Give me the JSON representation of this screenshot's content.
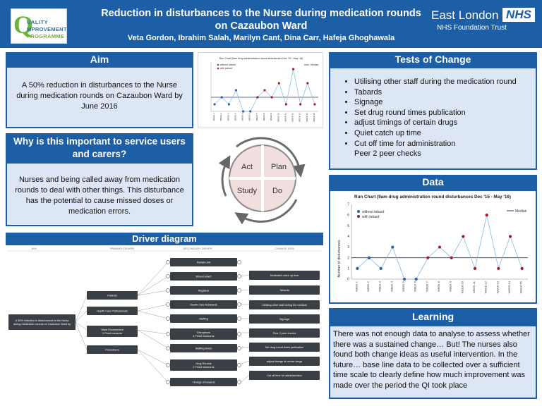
{
  "header": {
    "logo": {
      "line1": "UALITY",
      "line2": "MPROVEMENT",
      "line3": "PROGRAMME"
    },
    "title": "Reduction in disturbances to the Nurse during medication rounds on Cazaubon Ward",
    "authors": "Veta Gordon, Ibrahim Salah, Marilyn Cant, Dina Carr, Hafeja Ghoghawala",
    "org_name": "East London",
    "org_badge": "NHS",
    "org_sub": "NHS Foundation Trust"
  },
  "aim": {
    "heading": "Aim",
    "text": "A 50% reduction in disturbances to the Nurse during medication rounds on Cazaubon Ward by June 2016"
  },
  "why": {
    "heading": "Why is this important to service users and carers?",
    "text": "Nurses and being called away from medication rounds to deal with other things. This disturbance has the potential to cause missed doses or medication errors."
  },
  "pdsa": {
    "act": "Act",
    "plan": "Plan",
    "study": "Study",
    "do": "Do"
  },
  "tests": {
    "heading": "Tests of Change",
    "items": [
      "Utilising other staff during the medication round",
      "Tabards",
      "Signage",
      "Set drug round times publication",
      "adjust timings of certain drugs",
      "Quiet catch up time",
      "Cut off time for administration"
    ],
    "extra": "Peer 2 peer checks"
  },
  "data": {
    "heading": "Data"
  },
  "learning": {
    "heading": "Learning",
    "text": "There was not enough data to analyse to assess whether there was a sustained change… But! The nurses also found both change ideas as useful intervention. In the future… base line data to be collected over a sufficient time scale to clearly define how much improvement was made over the period the QI took place"
  },
  "driver": {
    "heading": "Driver diagram",
    "col_headers": [
      "AIM",
      "PRIMARY DRIVER",
      "SECONDARY DRIVER",
      "CHANGE IDEA"
    ],
    "aim_text": "A 50% reduction in disturbances to the Nurse during medication rounds on Cazaubon Ward by June 2016",
    "primary": [
      "Patients",
      "Health Care Professionals",
      "Ward Environment",
      "Procedures"
    ],
    "primary_sub": [
      "",
      "",
      "1 Fixed measure",
      ""
    ],
    "secondary": [
      "Rehab Unit",
      "Wound Ward",
      "Registrar",
      "Health Care Assistants",
      "Staffing",
      "Disruptions",
      "Staffing levels",
      "Drug Rounds",
      "Timings of rewards"
    ],
    "secondary_sub": [
      "",
      "",
      "",
      "",
      "",
      "4 Fixed measures",
      "",
      "2 Fixed measures",
      ""
    ],
    "change": [
      "Dedicated catch up time",
      "Tabards",
      "Utilising other staff during the medication round",
      "Signage",
      "Peer 2 peer checks",
      "Set drug round times publication",
      "adjust timings of certain drugs",
      "Cut off time for administration"
    ]
  },
  "mini_chart": {
    "title": "Run Chart (9am drug administration round disturbances Dec '15 - May '16)",
    "legend": [
      "without tabard",
      "with tabard"
    ],
    "median_label": "Median"
  },
  "chart_data": {
    "type": "line",
    "title": "Run Chart (9am drug administration round disturbances Dec '15 - May '16)",
    "xlabel": "",
    "ylabel": "Number of disturbances",
    "categories": [
      "WEEK 1",
      "WEEK 2",
      "WEEK 3",
      "WEEK 4",
      "WEEK 5",
      "WEEK 6",
      "WEEK 7",
      "WEEK 8",
      "WEEK 9",
      "WEEK 10",
      "WEEK 11",
      "WEEK 12",
      "WEEK 13",
      "WEEK 14",
      "WEEK 15"
    ],
    "values": [
      1,
      2,
      1,
      3,
      0,
      0,
      2,
      3,
      2,
      4,
      1,
      6,
      1,
      4,
      1
    ],
    "tabard": [
      false,
      false,
      false,
      false,
      false,
      false,
      true,
      true,
      true,
      true,
      true,
      true,
      true,
      true,
      true
    ],
    "series": [
      {
        "name": "without tabard",
        "color": "#2e5fa8"
      },
      {
        "name": "with tabard",
        "color": "#a11b2e"
      }
    ],
    "median": 2,
    "median_label": "Median",
    "ylim": [
      0,
      7
    ],
    "yticks": [
      0,
      1,
      2,
      3,
      4,
      5,
      6,
      7
    ],
    "legend_position": "top-left"
  },
  "colors": {
    "brand": "#1d5fa6",
    "panel": "#dde6f4",
    "line": "#8ec1e6",
    "median": "#2b2f7e"
  }
}
